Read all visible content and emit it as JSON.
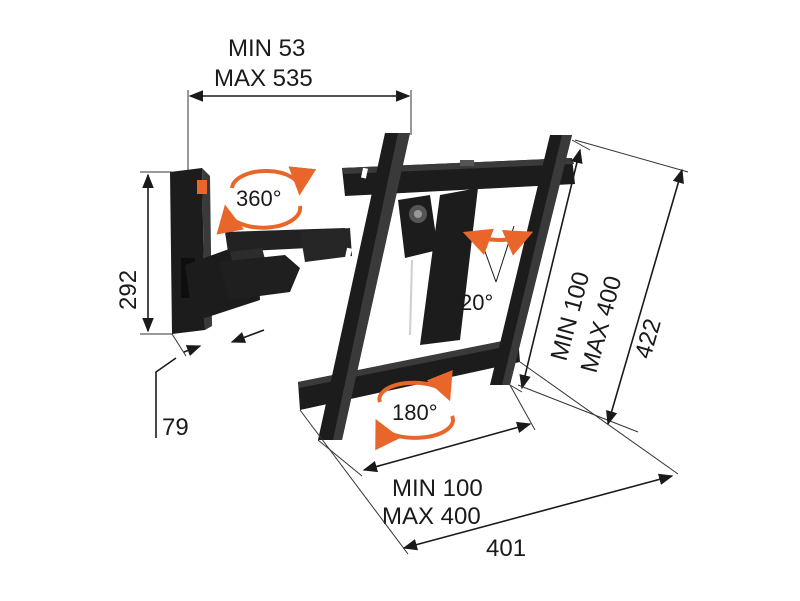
{
  "dimensions": {
    "top_width": {
      "min": "MIN 53",
      "max": "MAX 535"
    },
    "wall_height": "292",
    "depth": "79",
    "vesa_horizontal": {
      "min": "MIN 100",
      "max": "MAX 400"
    },
    "vesa_vertical": {
      "min": "MIN 100",
      "max": "MAX 400"
    },
    "plate_width": "401",
    "plate_height": "422"
  },
  "rotations": {
    "swivel": "360°",
    "tilt": "20°",
    "rotate": "180°"
  },
  "colors": {
    "mount": "#1c1c1c",
    "mount_highlight": "#3a3a3a",
    "accent": "#e8662a",
    "line": "#1a1a1a"
  }
}
